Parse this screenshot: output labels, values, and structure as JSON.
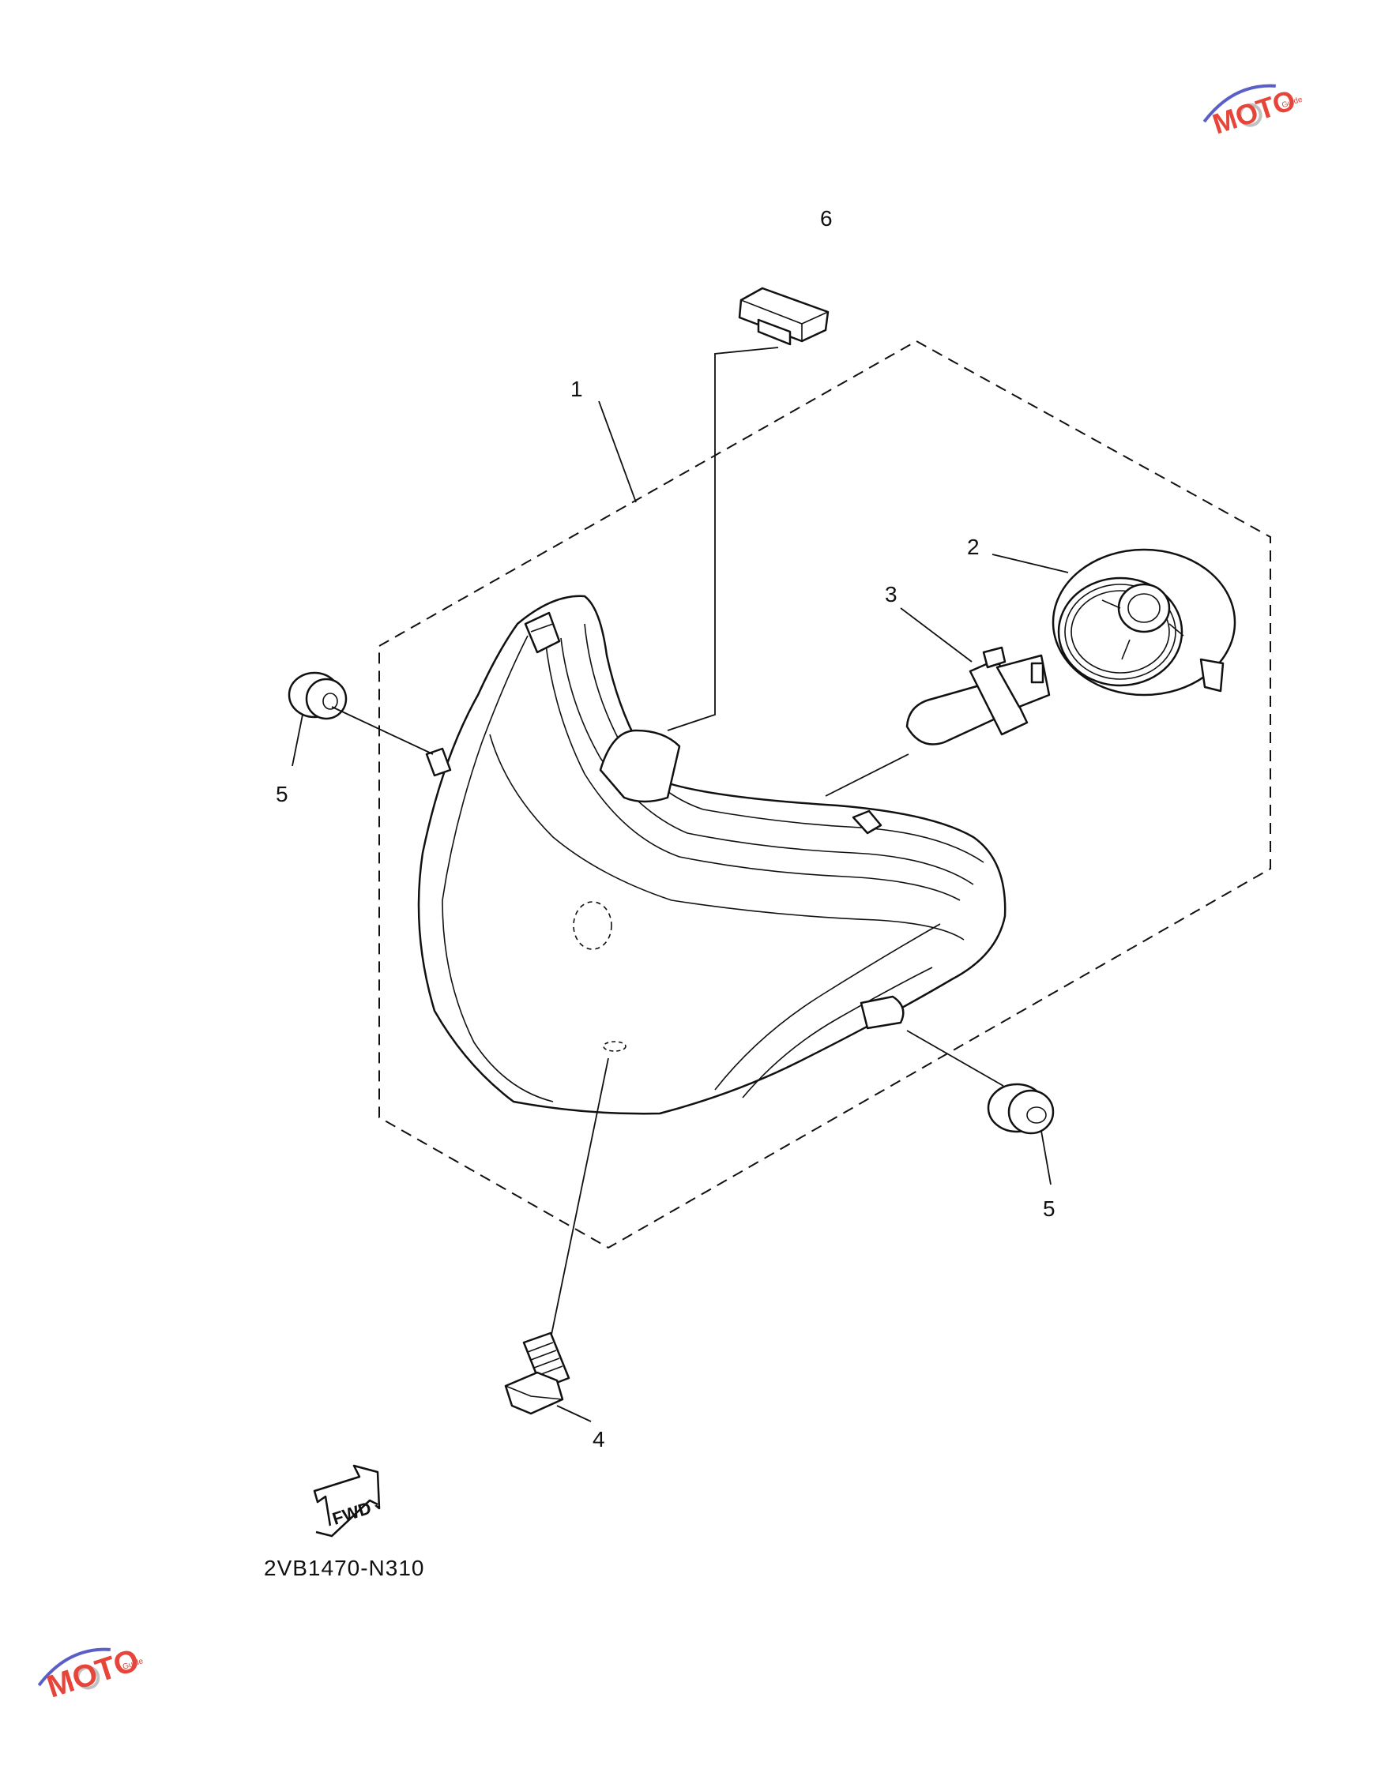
{
  "callouts": [
    {
      "id": "c1",
      "label": "1"
    },
    {
      "id": "c2",
      "label": "2"
    },
    {
      "id": "c3",
      "label": "3"
    },
    {
      "id": "c4",
      "label": "4"
    },
    {
      "id": "c5a",
      "label": "5"
    },
    {
      "id": "c5b",
      "label": "5"
    },
    {
      "id": "c6",
      "label": "6"
    }
  ],
  "fwd_label": "FWD",
  "diagram_code": "2VB1470-N310",
  "watermark": {
    "brand": "MOTO",
    "tag": "Guide"
  }
}
